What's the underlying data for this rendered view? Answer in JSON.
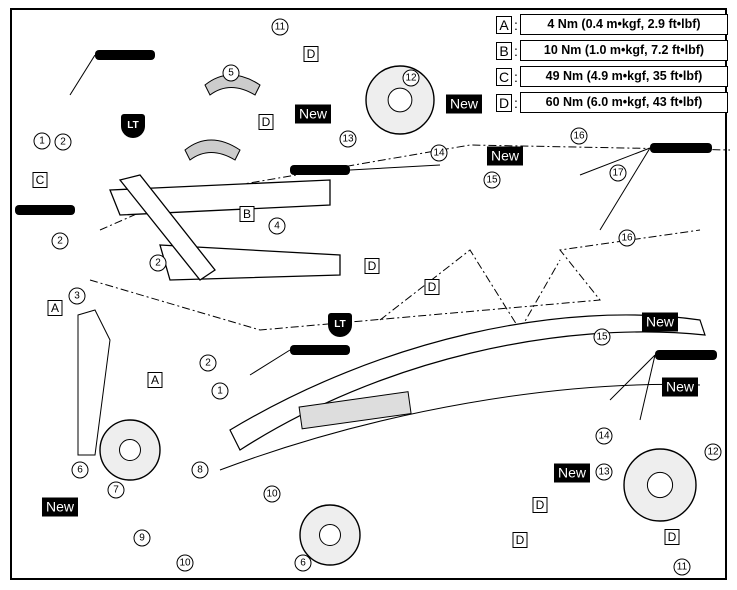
{
  "legend": [
    {
      "key": "A",
      "value": "4 Nm (0.4 m•kgf, 2.9 ft•lbf)"
    },
    {
      "key": "B",
      "value": "10 Nm (1.0 m•kgf, 7.2 ft•lbf)"
    },
    {
      "key": "C",
      "value": "49 Nm (4.9 m•kgf, 35 ft•lbf)"
    },
    {
      "key": "D",
      "value": "60 Nm (6.0 m•kgf, 43 ft•lbf)"
    }
  ],
  "callouts": [
    "1",
    "2",
    "5",
    "11",
    "12",
    "13",
    "14",
    "15",
    "16",
    "16",
    "17",
    "4",
    "2",
    "2",
    "3",
    "2",
    "1",
    "15",
    "6",
    "7",
    "8",
    "9",
    "10",
    "10",
    "6",
    "14",
    "13",
    "12",
    "11"
  ],
  "torque_marks": [
    "D",
    "D",
    "C",
    "B",
    "D",
    "D",
    "A",
    "A",
    "D",
    "D",
    "D"
  ],
  "new_labels": [
    "New",
    "New",
    "New",
    "New",
    "New",
    "New",
    "New"
  ],
  "lt_labels": [
    "LT",
    "LT"
  ],
  "colors": {
    "line": "#000000",
    "label_bg": "#000000",
    "label_text": "#ffffff"
  },
  "icons": [
    "grease-gun-icon",
    "locktite-icon"
  ]
}
